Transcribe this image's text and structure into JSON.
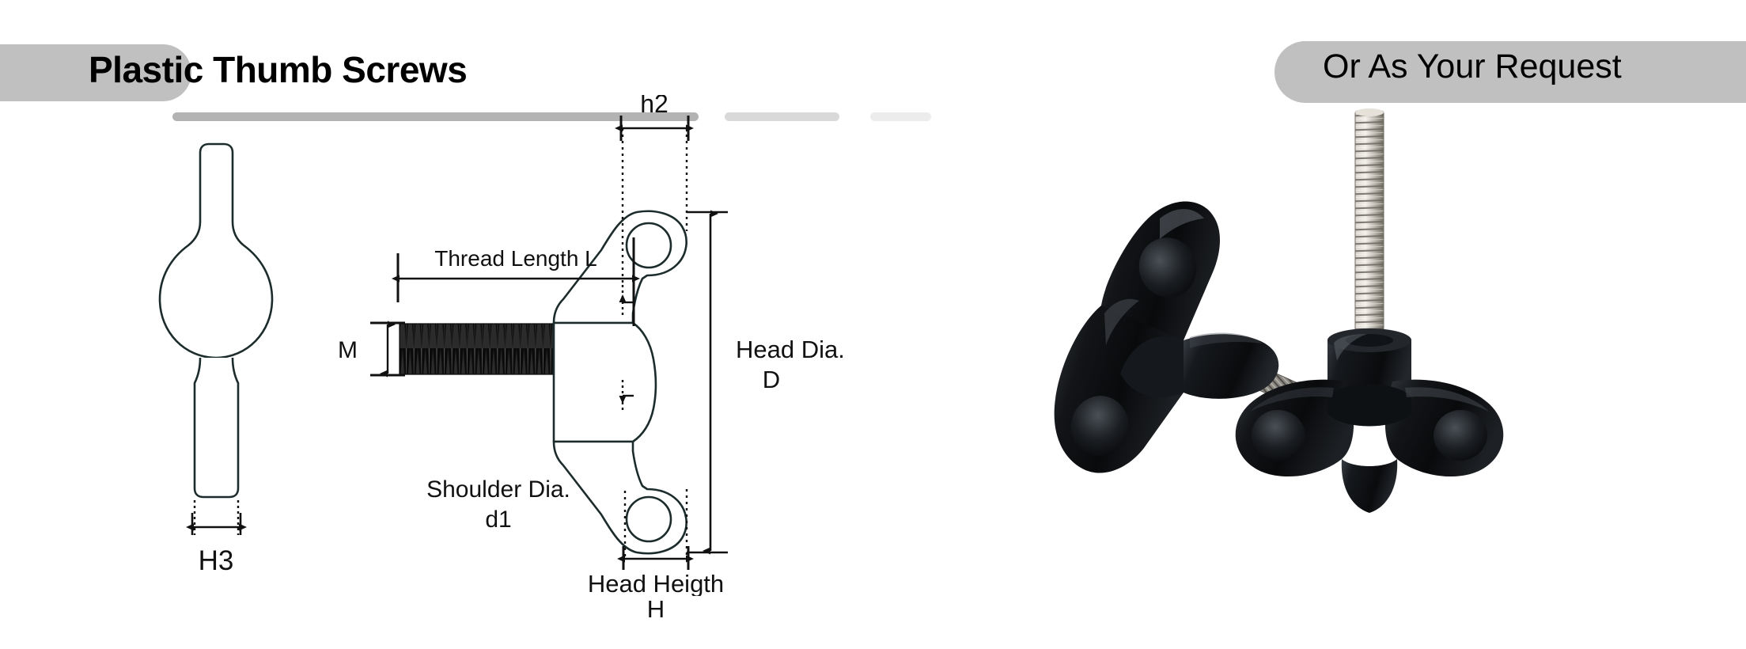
{
  "header": {
    "left_title": "Plastic Thumb Screws",
    "right_title": "Or As Your Request",
    "pill_color": "#c0c0c0",
    "rule_colors": [
      "#b3b3b3",
      "#d9d9d9",
      "#ececec"
    ]
  },
  "drawing": {
    "side_view": {
      "dimension_label": "H3"
    },
    "main_view": {
      "thread_length_label": "Thread Length L",
      "thread_diameter_label": "M",
      "shoulder_dia_label": "Shoulder Dia.",
      "shoulder_dia_symbol": "d1",
      "head_thickness_label": "h2",
      "head_dia_label": "Head Dia.",
      "head_dia_symbol": "D",
      "head_height_label": "Head Heigth",
      "head_height_symbol": "H"
    },
    "line_color": "#1c2b2b",
    "text_color": "#111111"
  },
  "photo": {
    "alt": "two black three-lobed plastic thumb screw knobs with stainless steel threaded studs",
    "knob_color": "#0c0d0f",
    "stud_color": "#b8b4ac"
  }
}
